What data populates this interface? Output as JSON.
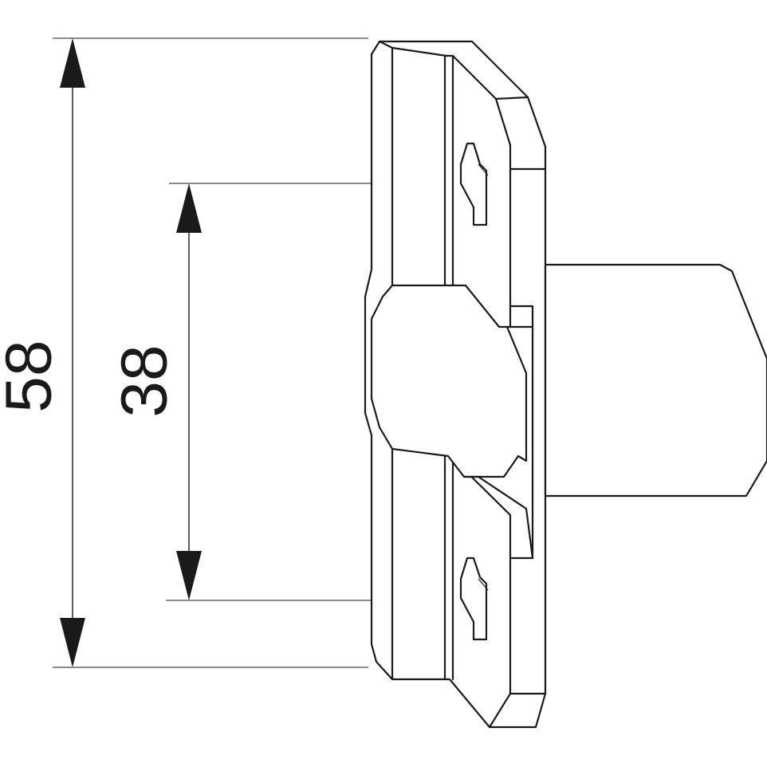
{
  "dimensions": {
    "overall": {
      "label": "58",
      "value": 58
    },
    "hole_spacing": {
      "label": "38",
      "value": 38
    }
  },
  "colors": {
    "line": "#1a1a1a",
    "background": "#ffffff"
  }
}
